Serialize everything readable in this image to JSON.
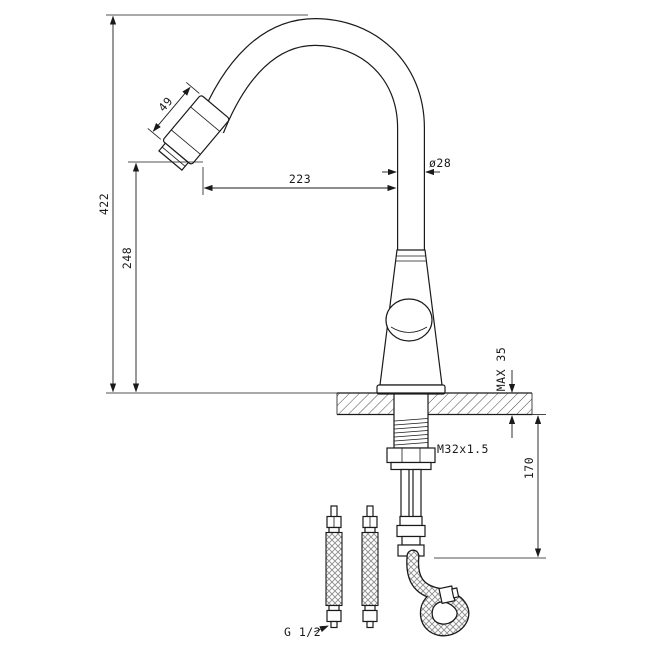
{
  "drawing": {
    "labels": {
      "overall_height": "422",
      "spout_height": "248",
      "spout_reach": "223",
      "spout_diameter": "ø28",
      "head_length": "49",
      "max_deck_thickness": "MAX 35",
      "shank_thread": "M32x1.5",
      "under_deck_length": "170",
      "hose_connection": "G 1/2"
    },
    "colors": {
      "line": "#1a1a1a",
      "background": "#ffffff",
      "braid": "#8d8d8d"
    }
  }
}
